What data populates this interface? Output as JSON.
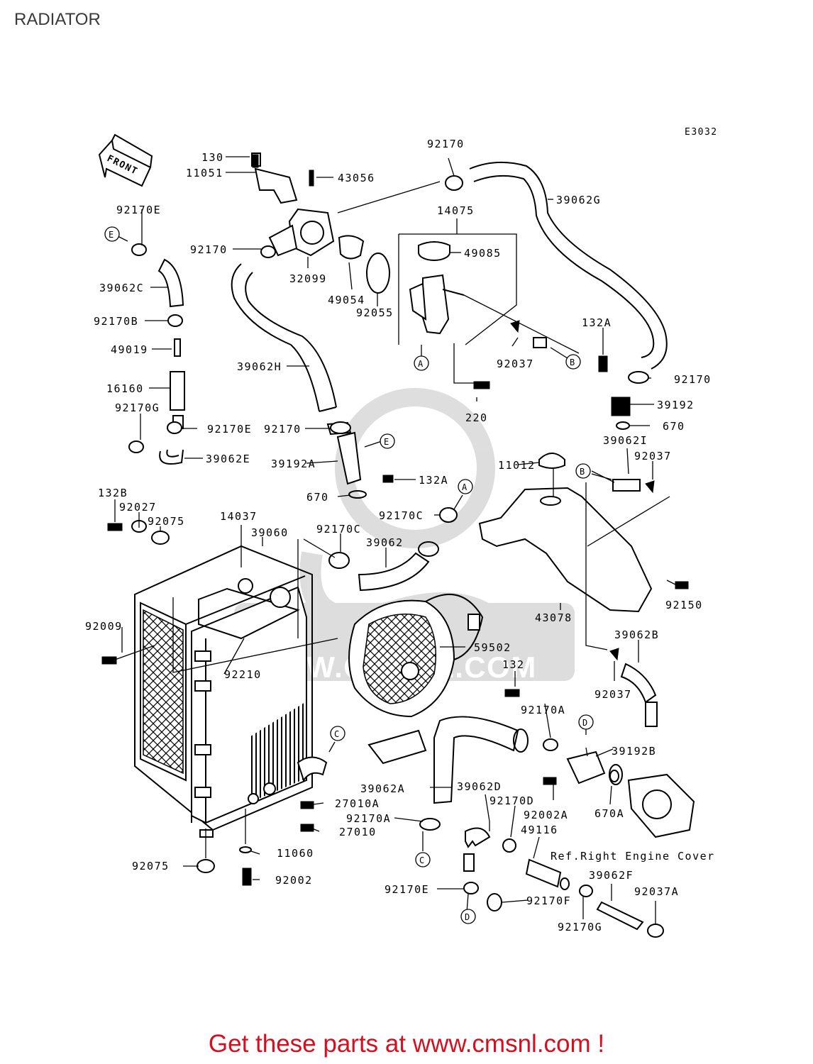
{
  "header": {
    "title": "RADIATOR"
  },
  "diagram": {
    "ref_code": "E3032",
    "front_label": "FRONT",
    "watermark": "WWW.CMSNL.COM",
    "note": "Ref.Right Engine Cover",
    "connector_letters": [
      "A",
      "B",
      "C",
      "D",
      "E"
    ],
    "callouts": [
      "130",
      "11051",
      "43056",
      "92170",
      "39062G",
      "14075",
      "49085",
      "92170E",
      "92170",
      "32099",
      "49054",
      "92055",
      "39062C",
      "92170B",
      "49019",
      "92037",
      "132A",
      "39062H",
      "16160",
      "220",
      "92170",
      "92170G",
      "39192",
      "92170E",
      "92170",
      "670",
      "39062E",
      "39192A",
      "39062I",
      "92037",
      "11012",
      "132A",
      "132B",
      "670",
      "92027",
      "92075",
      "14037",
      "39060",
      "92170C",
      "92170C",
      "39062",
      "92150",
      "43078",
      "92009",
      "59502",
      "39062B",
      "92210",
      "132",
      "92037",
      "92170A",
      "39192B",
      "39062A",
      "39062D",
      "92170D",
      "27010A",
      "92002A",
      "670A",
      "92170A",
      "27010",
      "49116",
      "11060",
      "92075",
      "39062F",
      "92037A",
      "92002",
      "92170E",
      "92170F",
      "92170G"
    ]
  },
  "footer": {
    "text": "Get these parts at www.cmsnl.com !"
  }
}
